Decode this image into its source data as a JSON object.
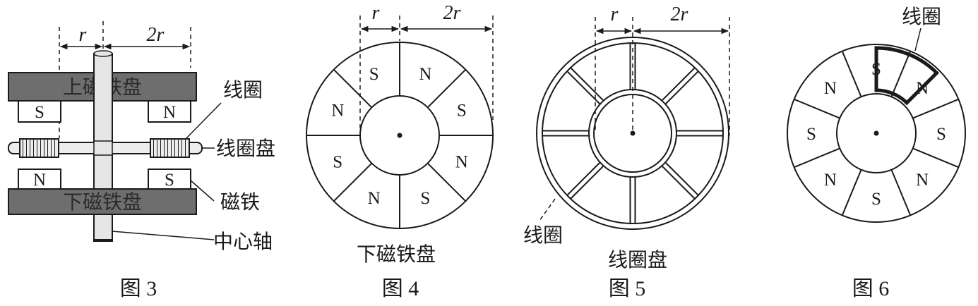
{
  "fig3": {
    "caption": "图 3",
    "dim_r": "r",
    "dim_2r": "2r",
    "upper_disc": "上磁铁盘",
    "lower_disc": "下磁铁盘",
    "upper_magnets": [
      "S",
      "N"
    ],
    "lower_magnets": [
      "N",
      "S"
    ],
    "callouts": [
      "线圈",
      "线圈盘",
      "磁铁",
      "中心轴"
    ]
  },
  "fig4": {
    "caption": "图 4",
    "title": "下磁铁盘",
    "dim_r": "r",
    "dim_2r": "2r",
    "sector_labels": [
      "N",
      "S",
      "N",
      "S",
      "N",
      "S",
      "N",
      "S"
    ]
  },
  "fig5": {
    "caption": "图 5",
    "title": "线圈盘",
    "dim_r": "r",
    "dim_2r": "2r",
    "coil_label": "线圈"
  },
  "fig6": {
    "caption": "图 6",
    "coil_label": "线圈",
    "sector_labels": [
      "S",
      "N",
      "S",
      "N",
      "S",
      "N",
      "S",
      "N"
    ]
  },
  "colors": {
    "ink": "#1a1a1a",
    "disc_fill": "#6e6e6e",
    "disc_text": "#2b2b2b",
    "shaft_fill": "#e6e6e6"
  }
}
